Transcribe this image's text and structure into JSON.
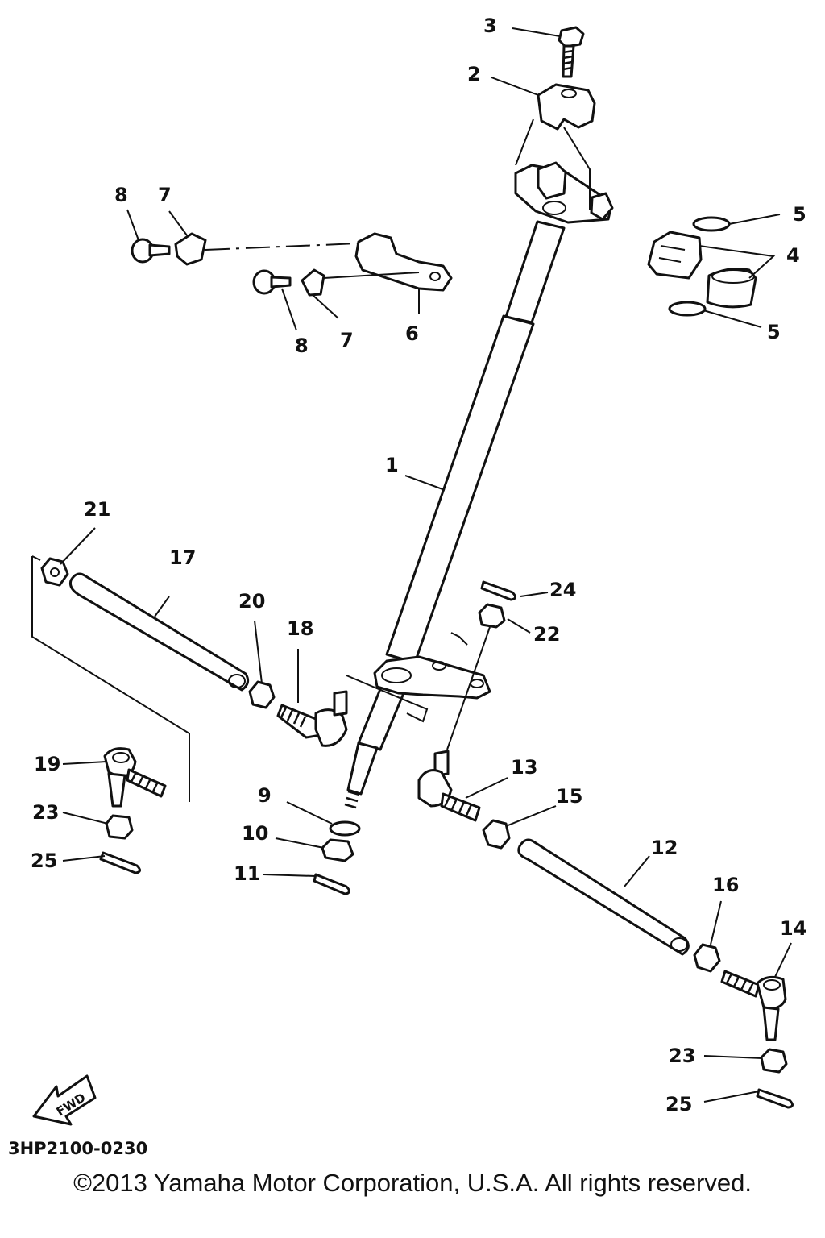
{
  "diagram_code": "3HP2100-0230",
  "copyright": "©2013 Yamaha Motor Corporation, U.S.A. All rights reserved.",
  "fwd_label": "FWD",
  "callouts": {
    "c1": "1",
    "c2": "2",
    "c3": "3",
    "c4": "4",
    "c5a": "5",
    "c5b": "5",
    "c6": "6",
    "c7a": "7",
    "c7b": "7",
    "c8a": "8",
    "c8b": "8",
    "c9": "9",
    "c10": "10",
    "c11": "11",
    "c12": "12",
    "c13": "13",
    "c14": "14",
    "c15": "15",
    "c16": "16",
    "c17": "17",
    "c18": "18",
    "c19": "19",
    "c20": "20",
    "c21": "21",
    "c22": "22",
    "c23a": "23",
    "c23b": "23",
    "c24": "24",
    "c25a": "25",
    "c25b": "25"
  }
}
